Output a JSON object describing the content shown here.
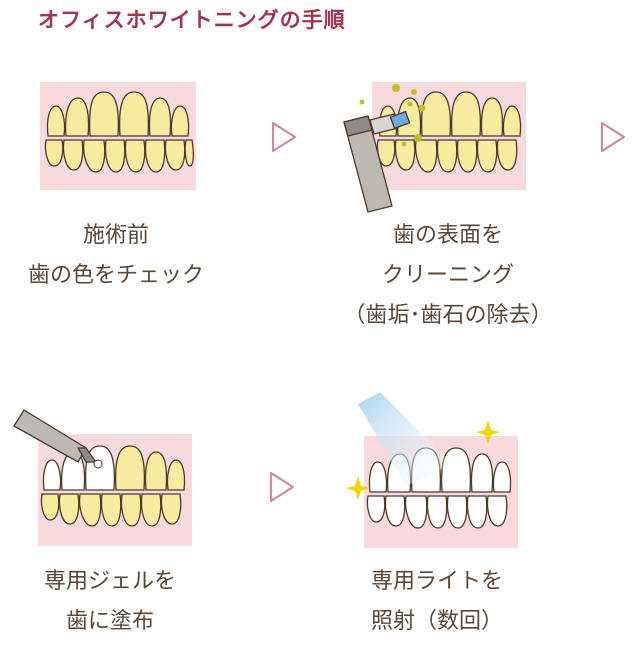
{
  "title": "オフィスホワイトニングの手順",
  "colors": {
    "title": "#a3344d",
    "caption": "#5b4636",
    "gum": "#f8d9dd",
    "tooth_yellow": "#f7eba0",
    "tooth_outline": "#4a3a2a",
    "arrow": "#cf8a98"
  },
  "steps": [
    {
      "lines": [
        "施術前",
        "歯の色をチェック"
      ]
    },
    {
      "lines": [
        "歯の表面を",
        "クリーニング",
        "（歯垢･歯石の除去）"
      ]
    },
    {
      "lines": [
        "専用ジェルを",
        "歯に塗布"
      ]
    },
    {
      "lines": [
        "専用ライトを",
        "照射（数回）"
      ]
    }
  ],
  "icons": [
    "play-arrow-icon",
    "polisher-icon",
    "gel-applicator-icon",
    "whitening-light-icon",
    "sparkle-icon"
  ]
}
